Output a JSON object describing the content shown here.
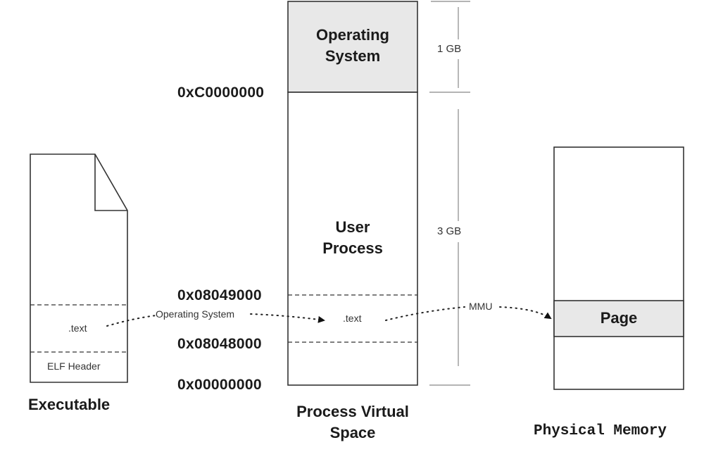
{
  "virtual_space": {
    "title_line1": "Process Virtual",
    "title_line2": "Space",
    "os_region_line1": "Operating",
    "os_region_line2": "System",
    "user_region_line1": "User",
    "user_region_line2": "Process",
    "text_section": ".text",
    "addresses": {
      "kernel_base": "0xC0000000",
      "text_end": "0x08049000",
      "text_start": "0x08048000",
      "zero": "0x00000000"
    },
    "sizes": {
      "os": "1 GB",
      "user": "3 GB"
    },
    "os_fill": "#e8e8e8"
  },
  "executable": {
    "title": "Executable",
    "text_section": ".text",
    "header_section": "ELF Header"
  },
  "physical_memory": {
    "title": "Physical Memory",
    "page_label": "Page",
    "page_fill": "#e8e8e8"
  },
  "arrows": {
    "load_label": "Operating System",
    "translate_label": "MMU"
  }
}
